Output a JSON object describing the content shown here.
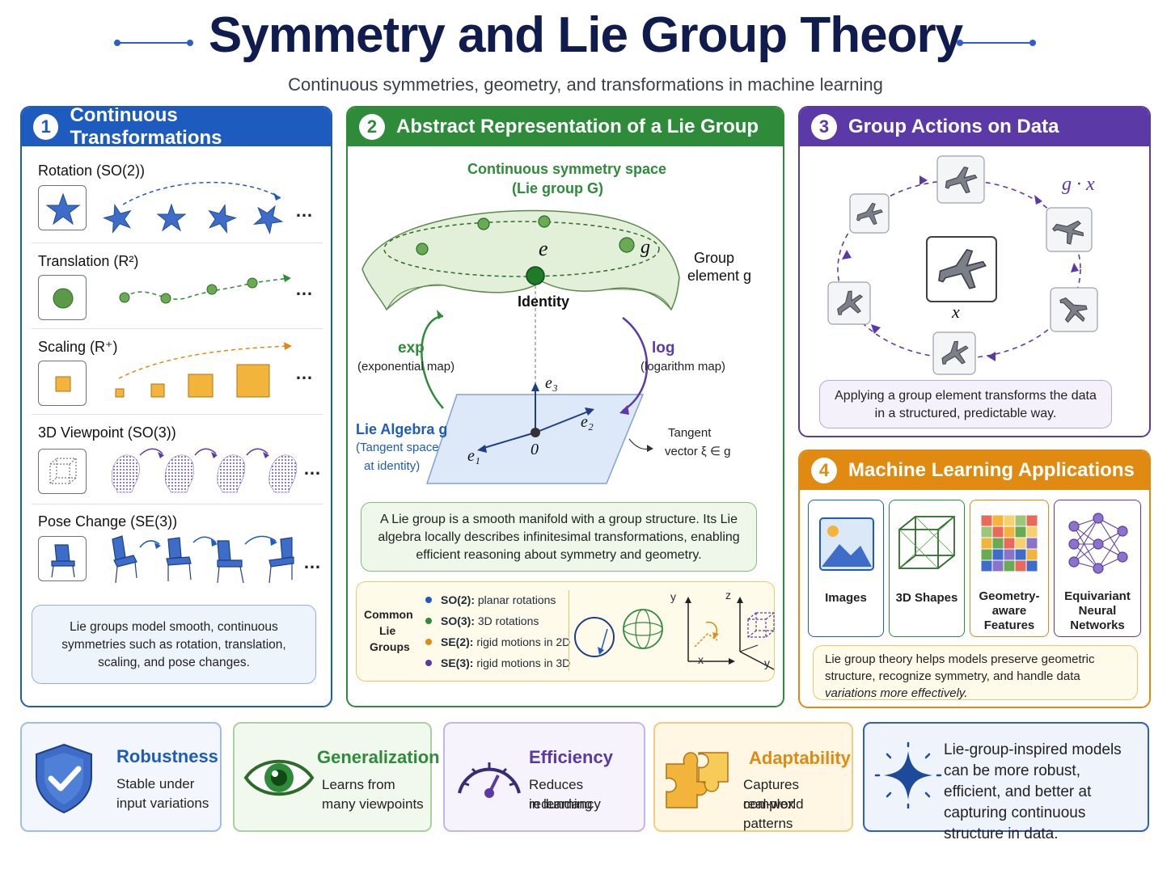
{
  "header": {
    "title": "Symmetry and Lie Group Theory",
    "subtitle": "Continuous symmetries, geometry, and transformations in machine learning"
  },
  "panel1": {
    "number": "1",
    "title": "Continuous Transformations",
    "rows": [
      {
        "label": "Rotation (SO(2))"
      },
      {
        "label": "Translation (R²)"
      },
      {
        "label": "Scaling (R⁺)"
      },
      {
        "label": "3D Viewpoint (SO(3))"
      },
      {
        "label": "Pose Change (SE(3))"
      }
    ],
    "ellipsis": "…",
    "note": "Lie groups model smooth, continuous symmetries such as rotation, translation, scaling, and pose changes."
  },
  "panel2": {
    "number": "2",
    "title": "Abstract Representation of a Lie Group",
    "space_label_1": "Continuous symmetry space",
    "space_label_2": "(Lie group G)",
    "e_label": "e",
    "g_label": "g",
    "group_element_1": "Group",
    "group_element_2": "element g",
    "identity": "Identity",
    "exp": "exp",
    "exp_sub": "(exponential map)",
    "log": "log",
    "log_sub": "(logarithm map)",
    "lie_algebra_1": "Lie Algebra g",
    "lie_algebra_2": "(Tangent space",
    "lie_algebra_3": "at identity)",
    "e1": "e₁",
    "e2": "e₂",
    "e3": "e₃",
    "zero": "0",
    "tangent_1": "Tangent",
    "tangent_2": "vector ξ ∈ g",
    "note": "A Lie group is a smooth manifold with a group structure. Its Lie algebra locally describes infinitesimal transformations, enabling efficient reasoning about symmetry and geometry.",
    "common_title_1": "Common",
    "common_title_2": "Lie",
    "common_title_3": "Groups",
    "groups": [
      {
        "name": "SO(2):",
        "desc": "planar rotations",
        "color": "#1d5bbf"
      },
      {
        "name": "SO(3):",
        "desc": "3D rotations",
        "color": "#2e8b3a"
      },
      {
        "name": "SE(2):",
        "desc": "rigid motions in 2D",
        "color": "#e08a12"
      },
      {
        "name": "SE(3):",
        "desc": "rigid motions in 3D",
        "color": "#5b3aa8"
      }
    ],
    "axis_y": "y",
    "axis_x": "x",
    "axis_z": "z"
  },
  "panel3": {
    "number": "3",
    "title": "Group Actions on Data",
    "gx": "g · x",
    "x": "x",
    "note": "Applying a group element transforms the data in a structured, predictable way."
  },
  "panel4": {
    "number": "4",
    "title": "Machine Learning Applications",
    "apps": [
      {
        "label": "Images"
      },
      {
        "label": "3D Shapes"
      },
      {
        "label": "Geometry-\naware\nFeatures"
      },
      {
        "label": "Equivariant\nNeural\nNetworks"
      }
    ],
    "note_1": "Lie group theory helps models preserve geometric",
    "note_2": "structure, recognize symmetry, and handle data",
    "note_3": "variations more effectively."
  },
  "bottom": {
    "cards": [
      {
        "title": "Robustness",
        "line1": "Stable under",
        "line2": "input variations",
        "color": "#1d5bbf"
      },
      {
        "title": "Generalization",
        "line1": "Learns from",
        "line2": "many viewpoints",
        "color": "#2e8b3a"
      },
      {
        "title": "Efficiency",
        "line1": "Reduces redundancy",
        "line2": "in learning",
        "color": "#5b3aa8"
      },
      {
        "title": "Adaptability",
        "line1": "Captures complex",
        "line2": "real-world patterns",
        "color": "#e08a12"
      }
    ],
    "summary": "Lie-group-inspired models can be more robust, efficient, and better at capturing continuous structure in data."
  },
  "colors": {
    "blue": "#1d5bbf",
    "green": "#2e8b3a",
    "purple": "#5b3aa8",
    "orange": "#e08a12",
    "title": "#0f1c4d"
  }
}
